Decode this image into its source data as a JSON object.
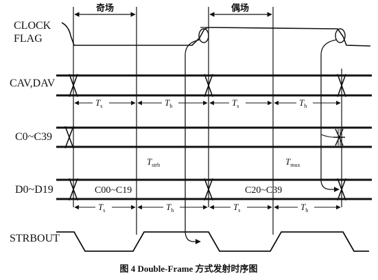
{
  "signals": {
    "clock_flag_line1": "CLOCK",
    "clock_flag_line2": "FLAG",
    "cav_dav": "CAV,DAV",
    "c0_c39": "C0~C39",
    "d0_d19": "D0~D19",
    "strbout": "STRBOUT"
  },
  "fields": {
    "odd": "奇场",
    "even": "偶场"
  },
  "intervals": {
    "t": "T",
    "s_sub": "s",
    "h_sub": "h",
    "strb_sub": "strb",
    "mux_sub": "mux"
  },
  "data_segments": {
    "first": "C00~C19",
    "second": "C20~C39"
  },
  "caption": "图 4 Double-Frame 方式发射时序图",
  "colors": {
    "ink": "#111111",
    "background": "#ffffff"
  }
}
